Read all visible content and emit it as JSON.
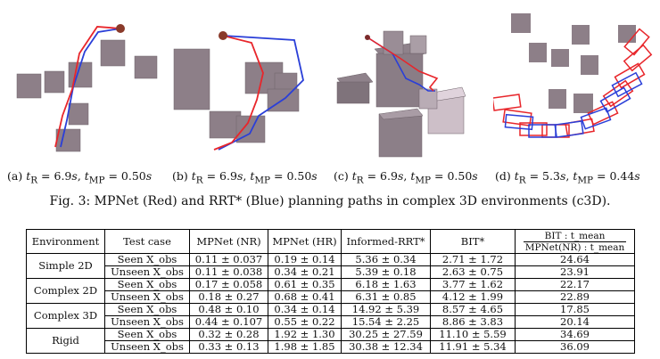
{
  "figure": {
    "captions": [
      {
        "label": "(a)",
        "t_r": "6.9",
        "t_mp": "0.50"
      },
      {
        "label": "(b)",
        "t_r": "6.9",
        "t_mp": "0.50"
      },
      {
        "label": "(c)",
        "t_r": "6.9",
        "t_mp": "0.50"
      },
      {
        "label": "(d)",
        "t_r": "5.3",
        "t_mp": "0.44"
      }
    ],
    "caption_text": "Fig. 3: MPNet (Red) and RRT* (Blue) planning paths in complex 3D environments (c3D).",
    "path_colors": {
      "mpnet": "#e8262b",
      "rrt": "#2a3fd8",
      "obstacle": "#8d7f88"
    }
  },
  "table": {
    "headers": [
      "Environment",
      "Test case",
      "MPNet (NR)",
      "MPNet (HR)",
      "Informed-RRT*",
      "BIT*"
    ],
    "ratio_header": {
      "numerator": "BIT : t_mean",
      "denominator": "MPNet(NR) : t_mean"
    },
    "groups": [
      {
        "environment": "Simple 2D",
        "rows": [
          {
            "case": "Seen X_obs",
            "mpnet_nr": "0.11 ± 0.037",
            "mpnet_hr": "0.19 ± 0.14",
            "irrt": "5.36 ± 0.34",
            "bit": "2.71 ± 1.72",
            "ratio": "24.64"
          },
          {
            "case": "Unseen X_obs",
            "mpnet_nr": "0.11 ± 0.038",
            "mpnet_hr": "0.34 ± 0.21",
            "irrt": "5.39 ± 0.18",
            "bit": "2.63 ± 0.75",
            "ratio": "23.91"
          }
        ]
      },
      {
        "environment": "Complex 2D",
        "rows": [
          {
            "case": "Seen X_obs",
            "mpnet_nr": "0.17 ± 0.058",
            "mpnet_hr": "0.61 ± 0.35",
            "irrt": "6.18 ± 1.63",
            "bit": "3.77 ± 1.62",
            "ratio": "22.17"
          },
          {
            "case": "Unseen X_obs",
            "mpnet_nr": "0.18 ± 0.27",
            "mpnet_hr": "0.68 ± 0.41",
            "irrt": "6.31 ± 0.85",
            "bit": "4.12 ± 1.99",
            "ratio": "22.89"
          }
        ]
      },
      {
        "environment": "Complex 3D",
        "rows": [
          {
            "case": "Seen X_obs",
            "mpnet_nr": "0.48 ± 0.10",
            "mpnet_hr": "0.34 ± 0.14",
            "irrt": "14.92 ± 5.39",
            "bit": "8.57 ± 4.65",
            "ratio": "17.85"
          },
          {
            "case": "Unseen X_obs",
            "mpnet_nr": "0.44 ± 0.107",
            "mpnet_hr": "0.55 ± 0.22",
            "irrt": "15.54 ± 2.25",
            "bit": "8.86 ± 3.83",
            "ratio": "20.14"
          }
        ]
      },
      {
        "environment": "Rigid",
        "rows": [
          {
            "case": "Seen X_obs",
            "mpnet_nr": "0.32 ± 0.28",
            "mpnet_hr": "1.92 ± 1.30",
            "irrt": "30.25 ± 27.59",
            "bit": "11.10 ± 5.59",
            "ratio": "34.69"
          },
          {
            "case": "Unseen X_obs",
            "mpnet_nr": "0.33 ± 0.13",
            "mpnet_hr": "1.98 ± 1.85",
            "irrt": "30.38 ± 12.34",
            "bit": "11.91 ± 5.34",
            "ratio": "36.09"
          }
        ]
      }
    ]
  }
}
